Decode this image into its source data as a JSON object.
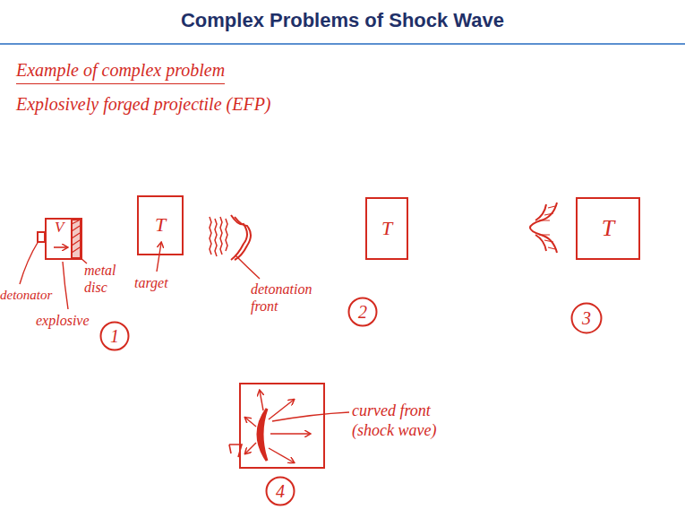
{
  "diagram": {
    "title": "Complex Problems of Shock Wave",
    "nodes": [
      {
        "text": [
          "V"
        ]
      },
      {
        "text": [
          "T"
        ]
      },
      {
        "text": [
          "T"
        ]
      },
      {
        "text": [
          "T"
        ]
      },
      {
        "text": [
          "1"
        ]
      },
      {
        "text": [
          "2"
        ]
      },
      {
        "text": [
          "3"
        ]
      },
      {
        "text": [
          "4"
        ]
      }
    ],
    "labels": [
      "Example of complex problem",
      "Explosively forged projectile (EFP)",
      "detonator",
      "metal disc",
      "explosive",
      "target",
      "detonation front",
      "curved front (shock wave)"
    ]
  }
}
